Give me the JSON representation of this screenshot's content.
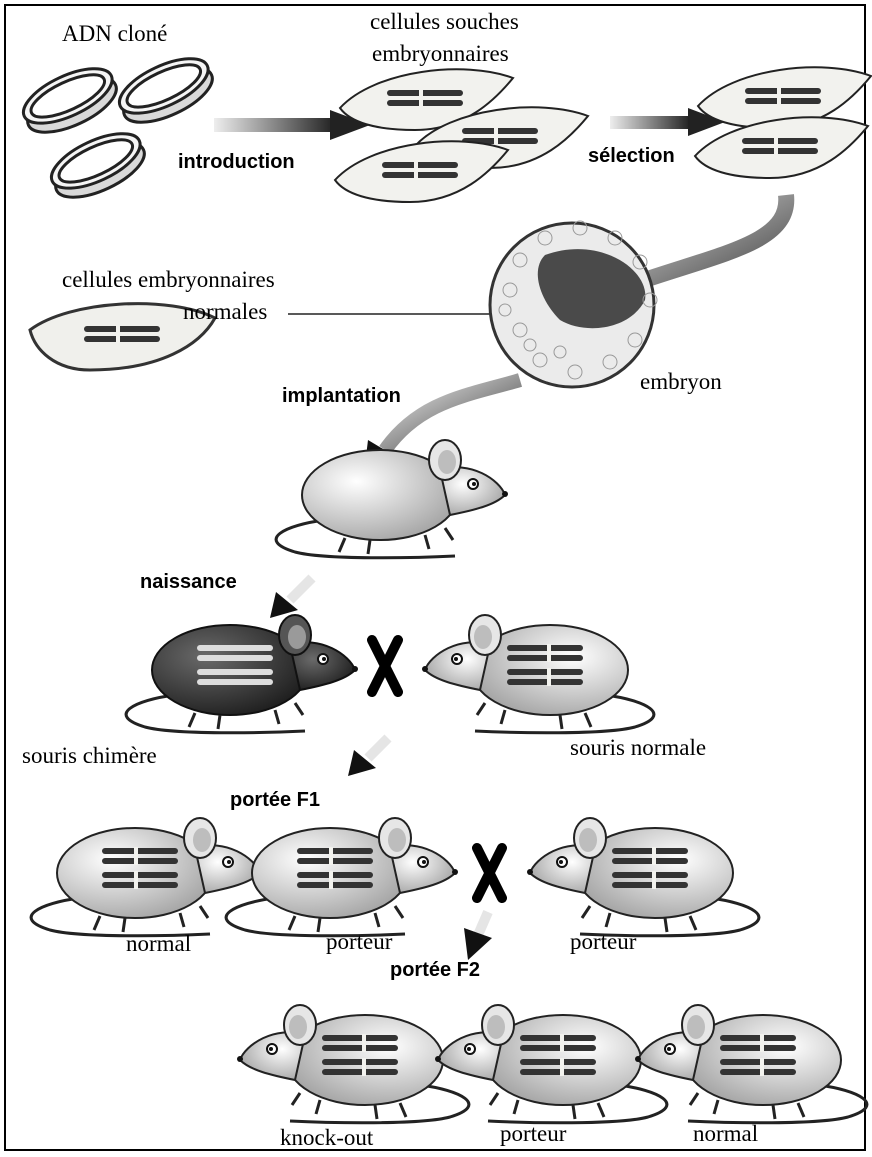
{
  "labels": {
    "adn_clone": "ADN cloné",
    "cellules_souches_1": "cellules souches",
    "cellules_souches_2": "embryonnaires",
    "introduction": "introduction",
    "selection": "sélection",
    "cellules_embryonnaires_1": "cellules embryonnaires",
    "cellules_embryonnaires_2": "normales",
    "embryon": "embryon",
    "implantation": "implantation",
    "naissance": "naissance",
    "cross_symbol": "X",
    "souris_chimere": "souris chimère",
    "souris_normale": "souris normale",
    "portee_f1": "portée F1",
    "f1_normal": "normal",
    "f1_porteur_1": "porteur",
    "f1_porteur_2": "porteur",
    "portee_f2": "portée F2",
    "f2_knockout": "knock-out",
    "f2_porteur": "porteur",
    "f2_normal": "normal"
  },
  "icons": {
    "dna_rings": "dna-ring-icon",
    "stem_cell": "cell-icon",
    "embryo": "embryo-icon",
    "mouse": "mouse-icon",
    "arrow": "arrow-icon"
  },
  "colors": {
    "ink": "#111111",
    "cell_fill": "#f2f2ee",
    "chromosome": "#333333",
    "arrow_dark": "#1a1a1a",
    "arrow_light": "#d8d8d8",
    "mouse_body_light": "#dedede",
    "mouse_body_dark": "#3a3a3a",
    "embryo_cells": "#ebebeb",
    "embryo_cavity": "#555555"
  }
}
